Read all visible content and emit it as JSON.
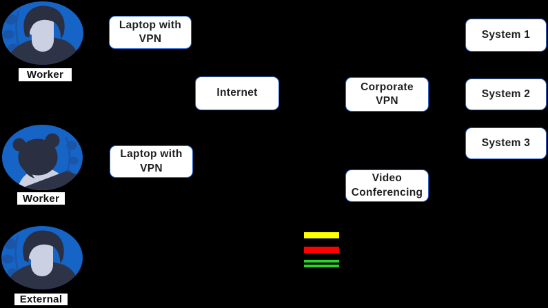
{
  "diagram": {
    "title": "remote-work-vpn-diagram",
    "background": "#000000",
    "actors": [
      {
        "label": "Worker",
        "avatar": "male"
      },
      {
        "label": "Worker",
        "avatar": "female"
      },
      {
        "label": "External",
        "avatar": "male"
      }
    ],
    "nodes": {
      "laptop_vpn_1": "Laptop with VPN",
      "laptop_vpn_2": "Laptop with VPN",
      "internet": "Internet",
      "corporate_vpn": "Corporate VPN",
      "video_conferencing": "Video Conferencing",
      "system_1": "System 1",
      "system_2": "System 2",
      "system_3": "System 3"
    },
    "node_style": {
      "fill": "#ffffff",
      "border": "#2e6bd3",
      "text": "#1f1f1f"
    },
    "legend_bars": [
      {
        "name": "yellow-bar",
        "color": "#ffff00",
        "style": "solid"
      },
      {
        "name": "red-bar",
        "color": "#ff0000",
        "style": "solid"
      },
      {
        "name": "green-bar",
        "color": "#2dd22d",
        "style": "double-stripe"
      }
    ],
    "avatar_colors": {
      "circle": "#1564c6",
      "foliage": "#1b55a8",
      "hair": "#2a2f42",
      "skin": "#ccd0e3",
      "clothing": "#2e3447"
    }
  }
}
